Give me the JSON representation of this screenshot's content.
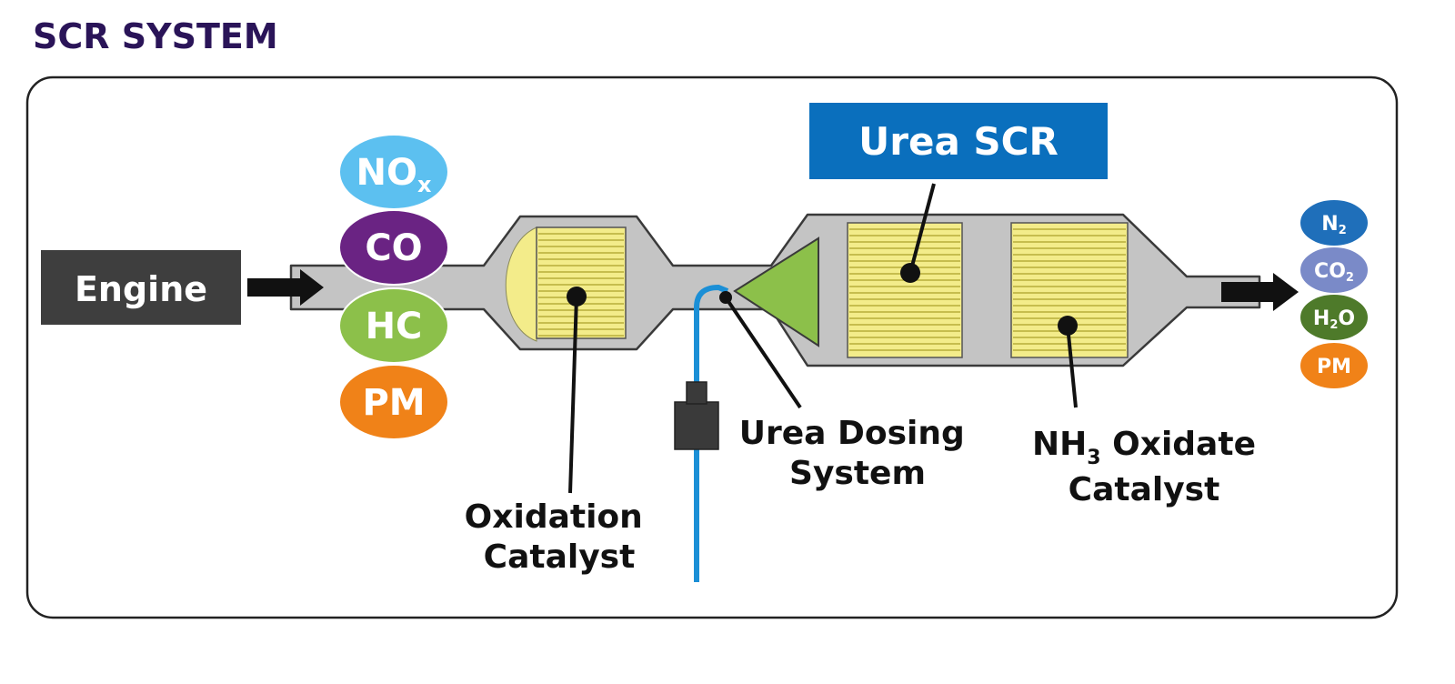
{
  "title": "SCR SYSTEM",
  "engine": {
    "label": "Engine"
  },
  "inputs": {
    "items": [
      {
        "label": "NO",
        "sub": "x",
        "color": "#5cc0f0"
      },
      {
        "label": "CO",
        "sub": "",
        "color": "#6a2383"
      },
      {
        "label": "HC",
        "sub": "",
        "color": "#8cc04a"
      },
      {
        "label": "PM",
        "sub": "",
        "color": "#f08218"
      }
    ]
  },
  "outputs": {
    "items": [
      {
        "label": "N",
        "sub": "2",
        "tail": "",
        "color": "#1f6fba"
      },
      {
        "label": "CO",
        "sub": "2",
        "tail": "",
        "color": "#7a8ac8"
      },
      {
        "label": "H",
        "sub": "2",
        "tail": "O",
        "color": "#4e7a2a"
      },
      {
        "label": "PM",
        "sub": "",
        "tail": "",
        "color": "#f08218"
      }
    ]
  },
  "header_box": {
    "label": "Urea SCR",
    "color": "#0a6fbd"
  },
  "labels": {
    "oxidation_line1": "Oxidation",
    "oxidation_line2": "Catalyst",
    "dosing_line1": "Urea Dosing",
    "dosing_line2": "System",
    "nh3_main": "NH",
    "nh3_sub": "3",
    "nh3_rest": " Oxidate",
    "nh3_line2": "Catalyst"
  },
  "colors": {
    "pipe": "#c4c4c4",
    "pipe_outline": "#3a3a3a",
    "catalyst_fill": "#f3ec8a",
    "catalyst_lines": "#b8ad3a",
    "mixer": "#8cc04a",
    "dosing_line": "#1b8fd6",
    "engine_box": "#3e3e3e"
  }
}
